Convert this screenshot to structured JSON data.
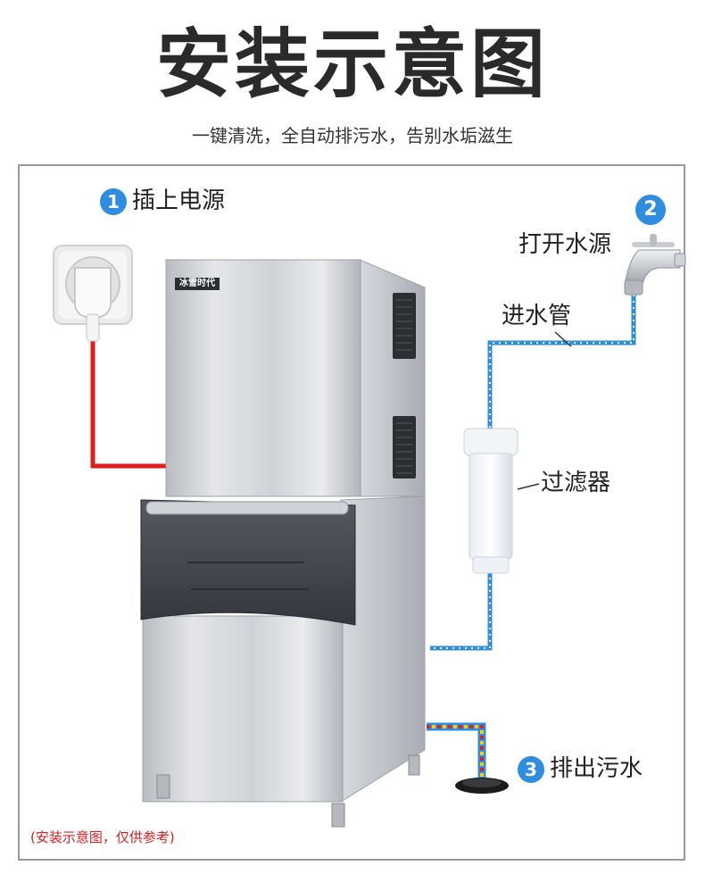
{
  "title": "安装示意图",
  "subtitle": "一键清洗，全自动排污水，告别水垢滋生",
  "brand": "冰雪时代",
  "steps": [
    {
      "number": "1",
      "label": "插上电源"
    },
    {
      "number": "2",
      "label": "打开水源"
    },
    {
      "number": "3",
      "label": "排出污水"
    }
  ],
  "callouts": {
    "inlet_pipe": "进水管",
    "filter": "过滤器"
  },
  "note": "(安装示意图，仅供参考)",
  "colors": {
    "accent_blue": "#2f8de0",
    "power_cable_red": "#e01c1c",
    "note_red": "#d81e1e",
    "steel": "#c9ccd0",
    "bin_door": "#3f444b"
  },
  "icons": [
    "power-socket-icon",
    "water-tap-icon",
    "water-filter-icon",
    "floor-drain-icon"
  ]
}
